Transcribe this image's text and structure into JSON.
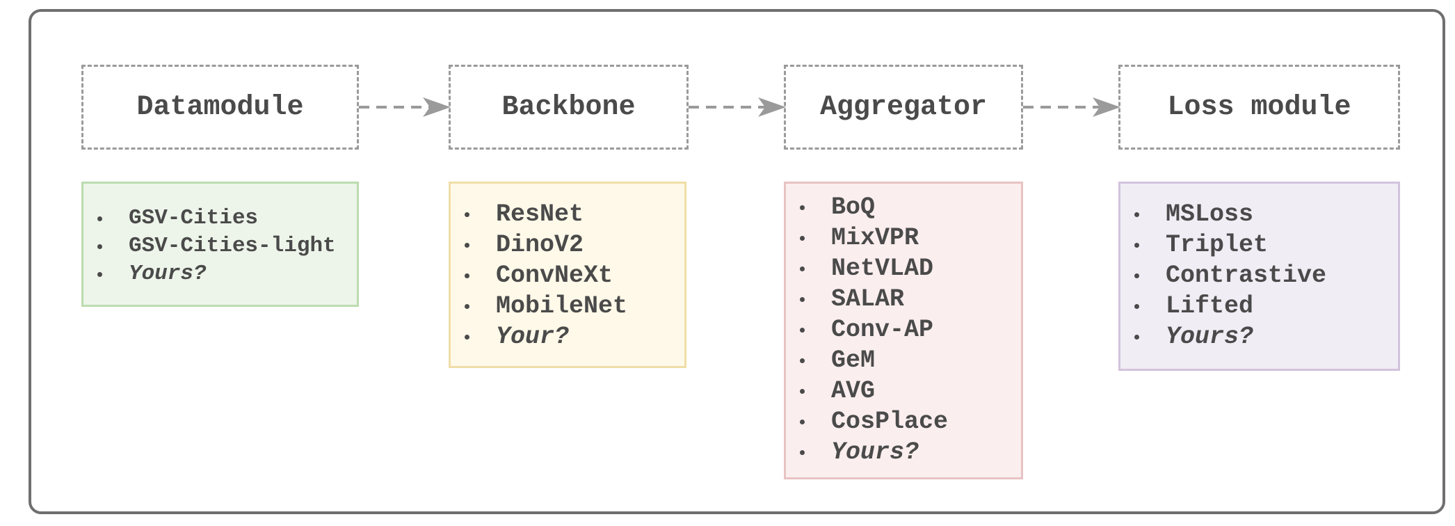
{
  "colors": {
    "frame_border": "#6f6f6f",
    "dashed_border": "#9a9a9a",
    "text": "#4a4a4a",
    "arrow": "#9a9a9a"
  },
  "stages": [
    {
      "title": "Datamodule",
      "fill": "#edf5ea",
      "border": "#bcdcb0",
      "items": [
        "GSV-Cities",
        "GSV-Cities-light",
        "Yours?"
      ]
    },
    {
      "title": "Backbone",
      "fill": "#fff9e9",
      "border": "#f0dea6",
      "items": [
        "ResNet",
        "DinoV2",
        "ConvNeXt",
        "MobileNet",
        "Your?"
      ]
    },
    {
      "title": "Aggregator",
      "fill": "#fbeeee",
      "border": "#e8c3c3",
      "items": [
        "BoQ",
        "MixVPR",
        "NetVLAD",
        "SALAR",
        "Conv-AP",
        "GeM",
        "AVG",
        "CosPlace",
        "Yours?"
      ]
    },
    {
      "title": "Loss module",
      "fill": "#f1edf5",
      "border": "#d2c3dc",
      "items": [
        "MSLoss",
        "Triplet",
        "Contrastive",
        "Lifted",
        "Yours?"
      ]
    }
  ],
  "arrows": [
    {
      "from": "Datamodule",
      "to": "Backbone"
    },
    {
      "from": "Backbone",
      "to": "Aggregator"
    },
    {
      "from": "Aggregator",
      "to": "Loss module"
    }
  ]
}
